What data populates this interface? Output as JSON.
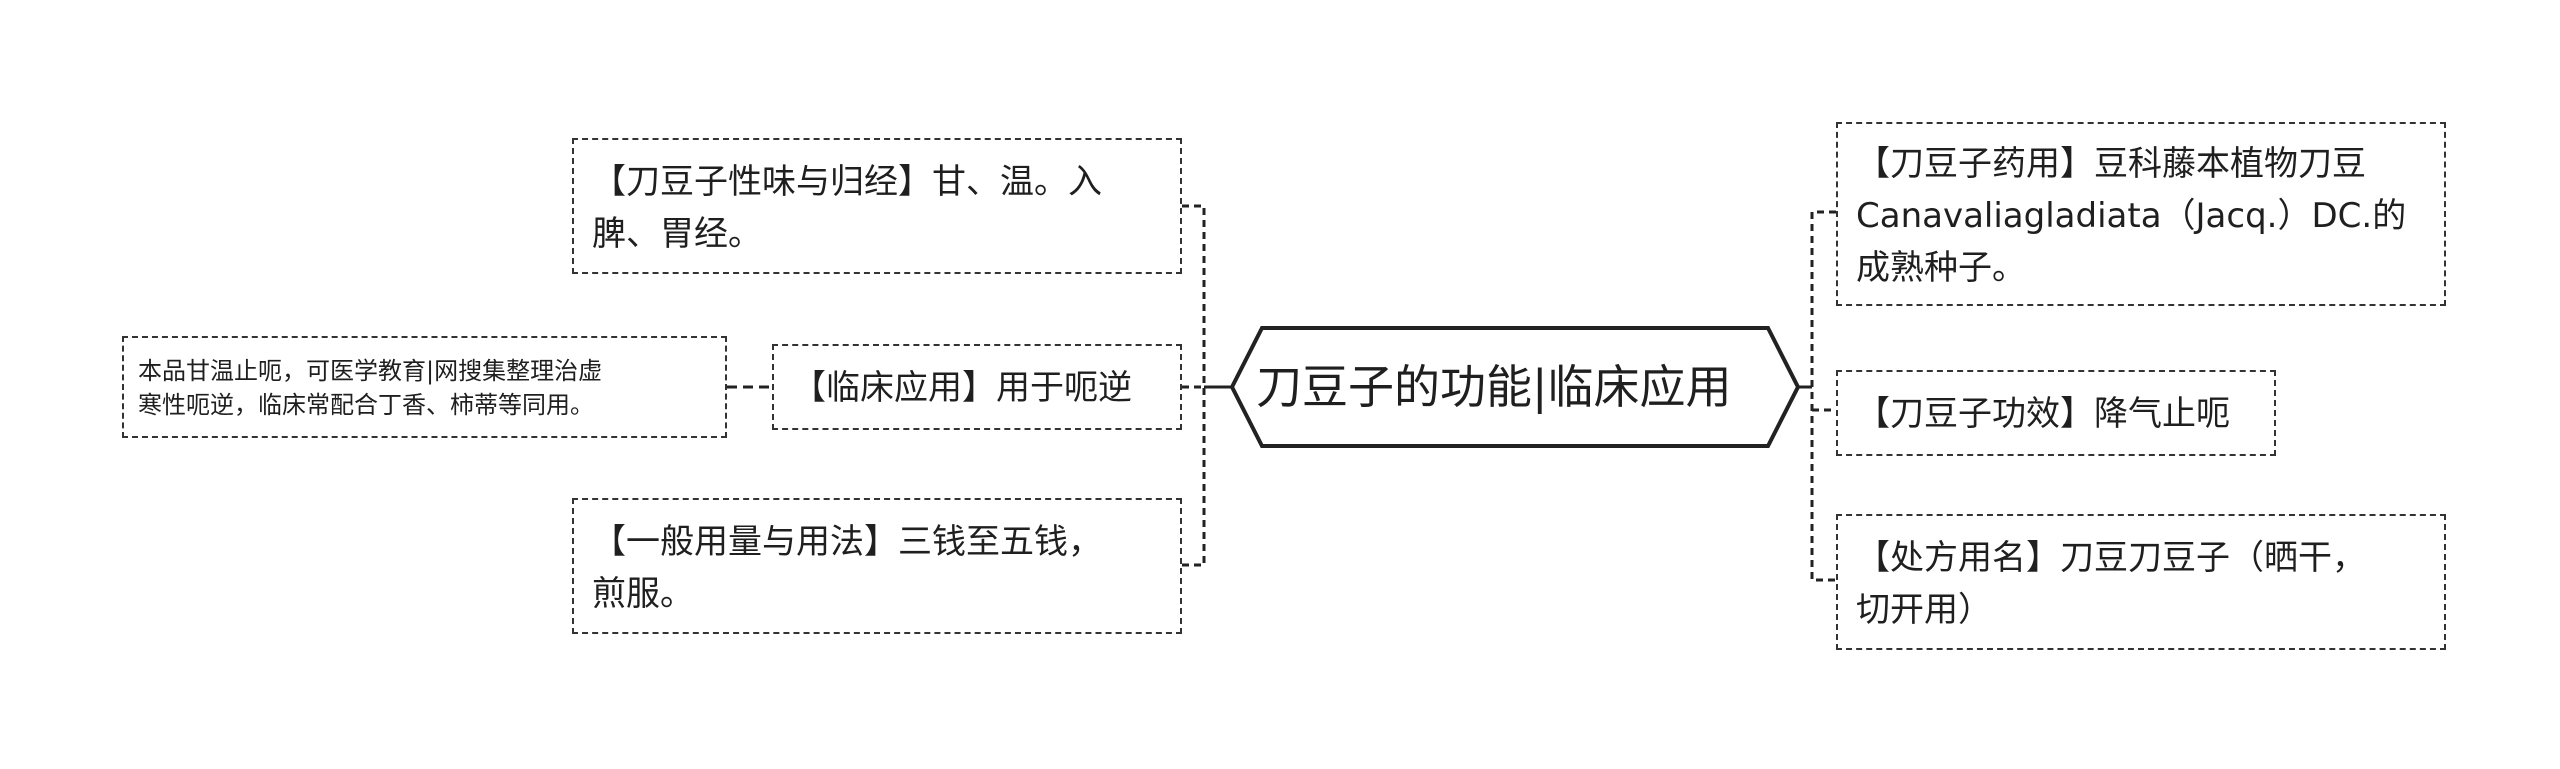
{
  "center": {
    "title": "刀豆子的功能|临床应用"
  },
  "left": {
    "taste": "【刀豆子性味与归经】甘、温。入\n脾、胃经。",
    "clinical": "【临床应用】用于呃逆",
    "clinical_detail": "本品甘温止呃，可医学教育|网搜集整理治虚\n寒性呃逆，临床常配合丁香、柿蒂等同用。",
    "dosage": "【一般用量与用法】三钱至五钱，\n煎服。"
  },
  "right": {
    "source": "【刀豆子药用】豆科藤本植物刀豆\nCanavaliagladiata（Jacq.）DC.的\n成熟种子。",
    "effect": "【刀豆子功效】降气止呃",
    "prescription": "【处方用名】刀豆刀豆子（晒干，\n切开用）"
  },
  "colors": {
    "stroke": "#333333",
    "text": "#1f1f1f",
    "background": "#ffffff"
  }
}
